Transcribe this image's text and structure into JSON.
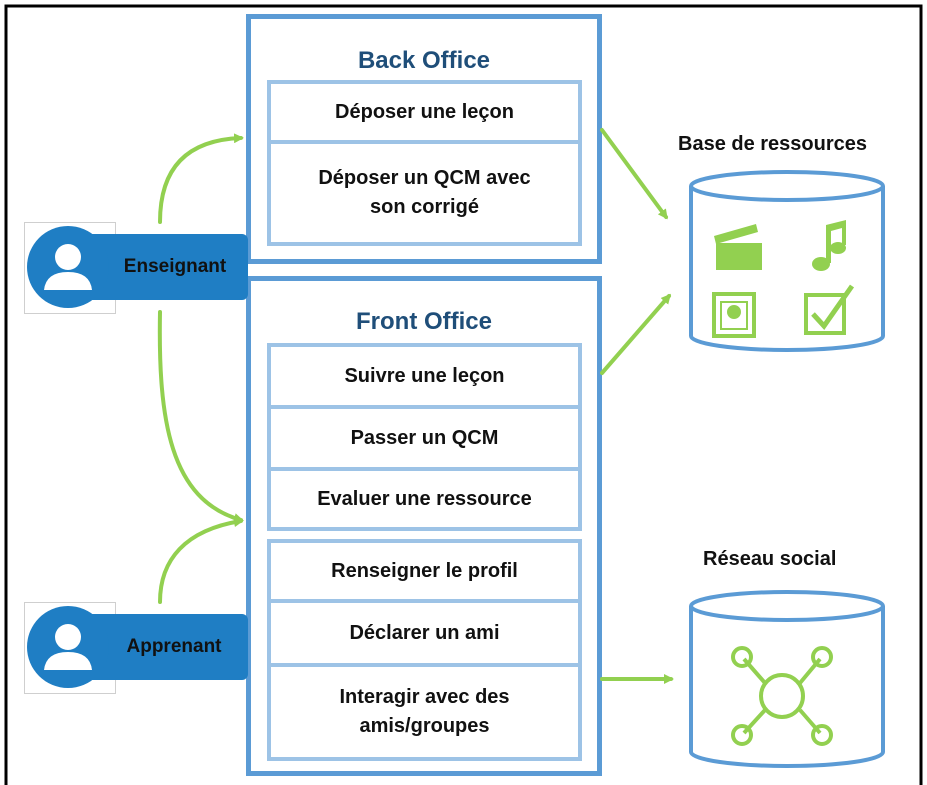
{
  "back_office": {
    "title": "Back Office",
    "items": [
      "Déposer une leçon",
      "Déposer un QCM avec son corrigé"
    ]
  },
  "front_office": {
    "title": "Front Office",
    "group1": [
      "Suivre une leçon",
      "Passer un QCM",
      "Evaluer une ressource"
    ],
    "group2": [
      "Renseigner le profil",
      "Déclarer un ami",
      "Interagir avec des amis/groupes"
    ]
  },
  "actors": {
    "teacher": "Enseignant",
    "learner": "Apprenant"
  },
  "resources_db": {
    "title": "Base de ressources",
    "icons": [
      "clapperboard-icon",
      "music-note-icon",
      "picture-frame-icon",
      "checkbox-checked-icon"
    ]
  },
  "social_db": {
    "title": "Réseau social",
    "icons": [
      "network-hub-icon"
    ]
  },
  "colors": {
    "arrow": "#92d050",
    "box_border": "#5b9bd5",
    "group_border": "#9dc3e6",
    "title": "#1f4e79",
    "actor": "#1f7ec4"
  }
}
